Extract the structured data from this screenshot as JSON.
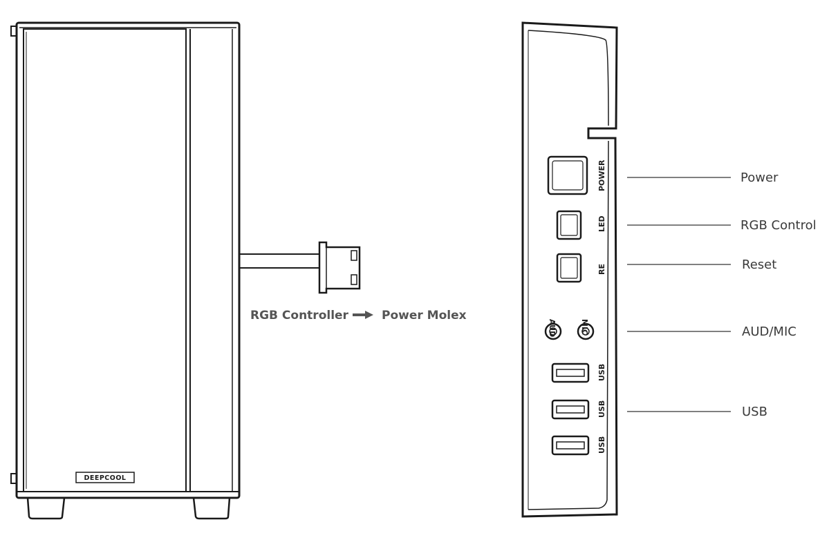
{
  "case_front": {
    "brand_logo": "DEEPCOOL"
  },
  "connector_caption": {
    "from": "RGB Controller",
    "to": "Power Molex"
  },
  "io_panel": {
    "button_labels": {
      "power": "POWER",
      "led": "LED",
      "reset": "RE"
    },
    "jack_labels": {
      "audio": "AUD",
      "mic": "MIC"
    },
    "usb_labels": [
      "USB",
      "USB",
      "USB"
    ]
  },
  "callouts": {
    "power": "Power",
    "rgb_control": "RGB Control",
    "reset": "Reset",
    "aud_mic": "AUD/MIC",
    "usb": "USB"
  },
  "colors": {
    "ink": "#1a1a1a",
    "label_gray": "#3a3a3a",
    "caption_gray": "#555555"
  }
}
